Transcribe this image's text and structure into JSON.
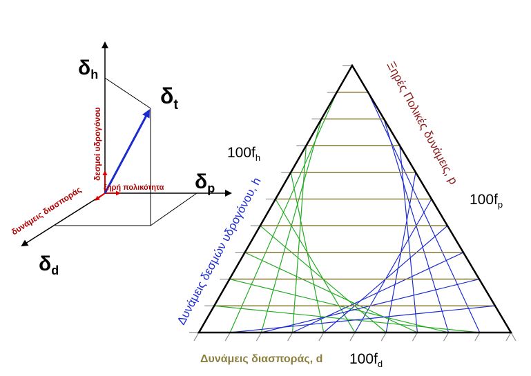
{
  "axes3d": {
    "delta_h": "δ",
    "delta_h_sub": "h",
    "delta_t": "δ",
    "delta_t_sub": "t",
    "delta_p": "δ",
    "delta_p_sub": "p",
    "delta_d": "δ",
    "delta_d_sub": "d",
    "label_hydrogen": "δεσμοί υδρογόνου",
    "label_polar": "ξηρή πολικότητα",
    "label_dispersion": "δυνάμεις διασποράς"
  },
  "ternary": {
    "label_100fh": "100f",
    "label_100fh_sub": "h",
    "label_100fp": "100f",
    "label_100fp_sub": "p",
    "label_100fd": "100f",
    "label_100fd_sub": "d",
    "side_left": "Δυνάμεις δεσμών υδρογόνου, h",
    "side_right": "Ξηρές Πολικές δυνάμεις, p",
    "side_bottom": "Δυνάμεις διασποράς, d",
    "divisions": 10
  },
  "colors": {
    "dark_red": "#8b1a1a",
    "blue": "#1b2bd0",
    "green": "#22aa22",
    "olive": "#8b8040",
    "text_red": "#b00000"
  }
}
